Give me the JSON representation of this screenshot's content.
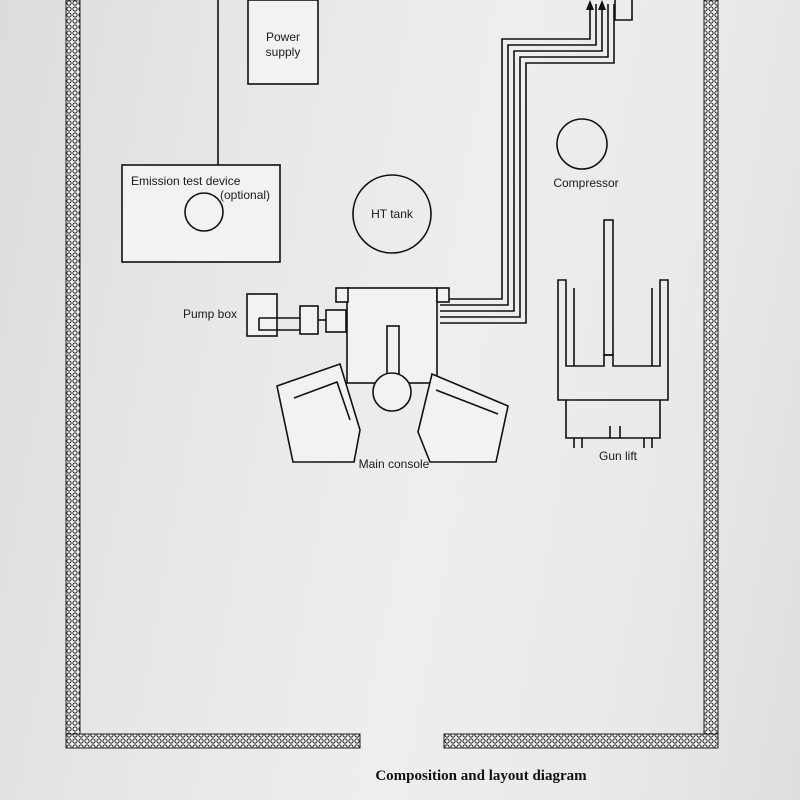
{
  "diagram": {
    "caption": "Composition and layout diagram",
    "labels": {
      "power_supply_line1": "Power",
      "power_supply_line2": "supply",
      "emission_line1": "Emission test device",
      "emission_line2": "(optional)",
      "ht_tank": "HT tank",
      "compressor": "Compressor",
      "pump_box": "Pump box",
      "main_console": "Main console",
      "gun_lift": "Gun lift"
    }
  },
  "colors": {
    "ink": "#111111",
    "paper": "#ececea"
  }
}
